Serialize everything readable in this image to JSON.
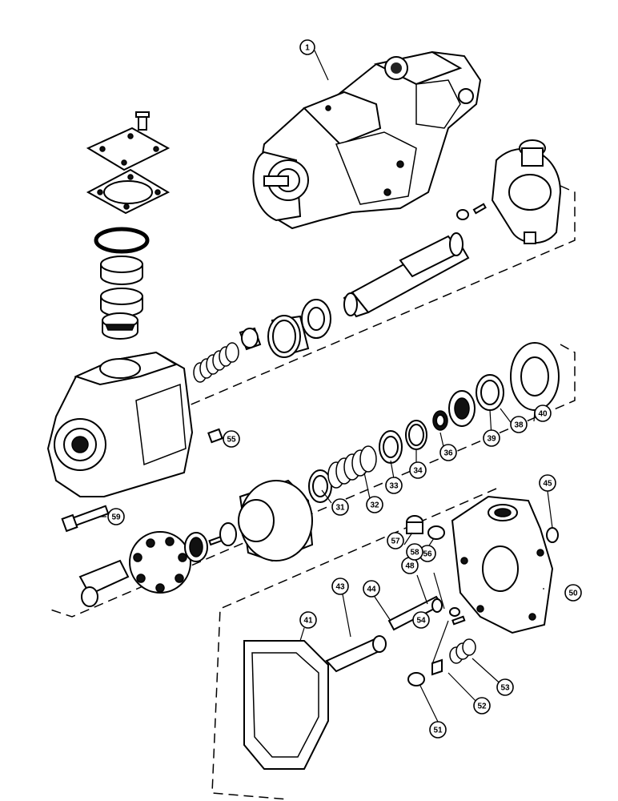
{
  "diagram": {
    "callouts": [
      {
        "id": "c1",
        "label": "1"
      },
      {
        "id": "c31",
        "label": "31"
      },
      {
        "id": "c32",
        "label": "32"
      },
      {
        "id": "c33",
        "label": "33"
      },
      {
        "id": "c34",
        "label": "34"
      },
      {
        "id": "c36",
        "label": "36"
      },
      {
        "id": "c38",
        "label": "38"
      },
      {
        "id": "c39",
        "label": "39"
      },
      {
        "id": "c40",
        "label": "40"
      },
      {
        "id": "c41",
        "label": "41"
      },
      {
        "id": "c43",
        "label": "43"
      },
      {
        "id": "c44",
        "label": "44"
      },
      {
        "id": "c45",
        "label": "45"
      },
      {
        "id": "c48",
        "label": "48"
      },
      {
        "id": "c50",
        "label": "50"
      },
      {
        "id": "c51",
        "label": "51"
      },
      {
        "id": "c52",
        "label": "52"
      },
      {
        "id": "c53",
        "label": "53"
      },
      {
        "id": "c54",
        "label": "54"
      },
      {
        "id": "c55",
        "label": "55"
      },
      {
        "id": "c56",
        "label": "56"
      },
      {
        "id": "c57",
        "label": "57"
      },
      {
        "id": "c58",
        "label": "58"
      },
      {
        "id": "c59",
        "label": "59"
      }
    ]
  }
}
